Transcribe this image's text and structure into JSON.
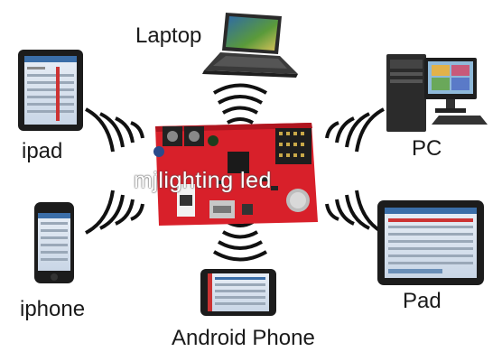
{
  "labels": {
    "laptop": "Laptop",
    "pc": "PC",
    "ipad": "ipad",
    "iphone": "iphone",
    "pad": "Pad",
    "android": "Android Phone"
  },
  "watermark": "mjlighting led",
  "colors": {
    "board": "#d8202a",
    "wave": "#111111",
    "screen": "#2f6fb0"
  }
}
